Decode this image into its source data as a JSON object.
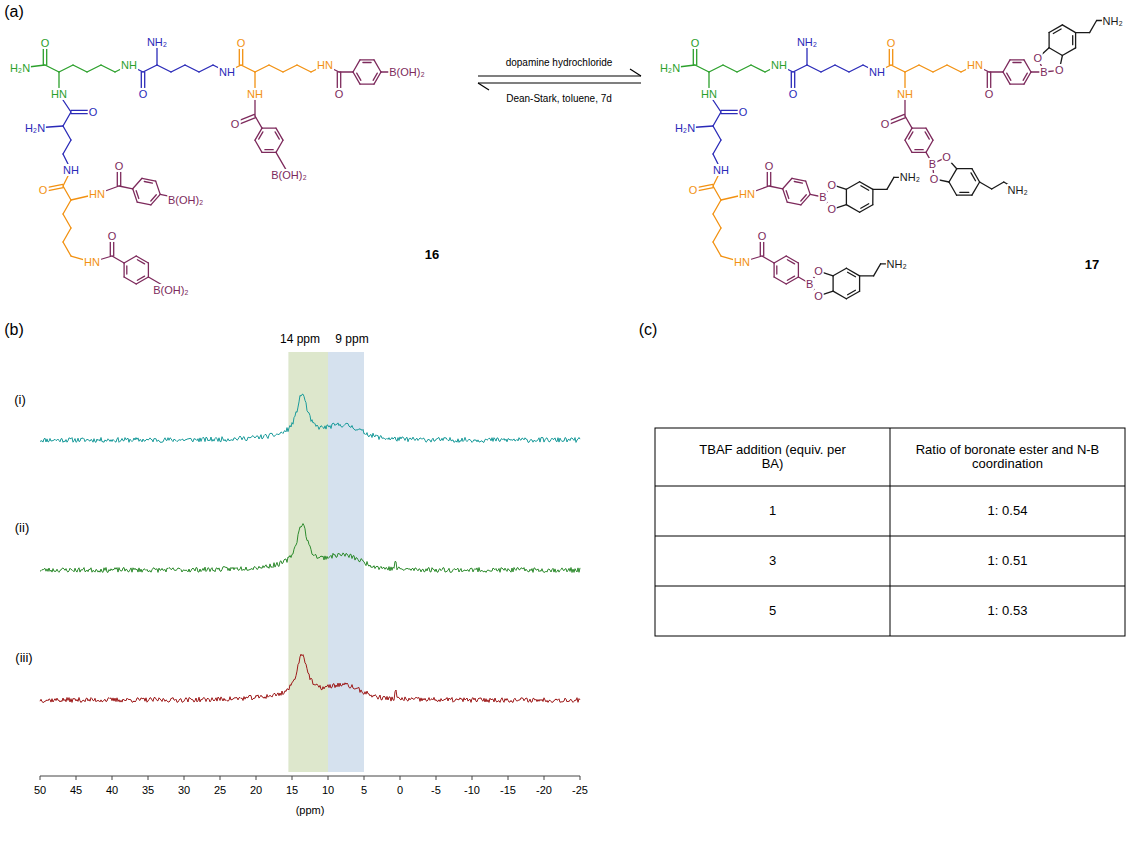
{
  "diagram": {
    "labels": [
      "(a)",
      "H₂N",
      "O",
      "NH",
      "O",
      "NH₂",
      "NH",
      "O",
      "NH",
      "HN",
      "O",
      "O",
      "HN",
      "O",
      "H₂N",
      "NH",
      "O",
      "HN",
      "O",
      "HN",
      "O",
      "B(OH)₂",
      "B(OH)₂",
      "B(OH)₂",
      "B(OH)₂",
      "16",
      "dopamine hydrochloride",
      "Dean-Stark, toluene, 7d",
      "H₂N",
      "O",
      "NH",
      "O",
      "NH₂",
      "NH",
      "O",
      "NH",
      "HN",
      "O",
      "O",
      "HN",
      "O",
      "H₂N",
      "NH",
      "O",
      "HN",
      "O",
      "HN",
      "O",
      "B",
      "O",
      "O",
      "NH₂",
      "B",
      "O",
      "O",
      "NH₂",
      "B",
      "O",
      "O",
      "NH₂",
      "B",
      "O",
      "O",
      "NH₂",
      "17",
      "(b)",
      "14 ppm",
      "9 ppm",
      "(i)",
      "(ii)",
      "(iii)",
      "50",
      "45",
      "40",
      "35",
      "30",
      "25",
      "20",
      "15",
      "10",
      "5",
      "0",
      "-5",
      "-10",
      "-15",
      "-20",
      "-25",
      "(ppm)",
      "(c)",
      "TBAF addition (equiv. per BA)",
      "Ratio of boronate ester and N-B coordination",
      "1",
      "1: 0.54",
      "3",
      "1: 0.51",
      "5",
      "1: 0.53"
    ]
  }
}
